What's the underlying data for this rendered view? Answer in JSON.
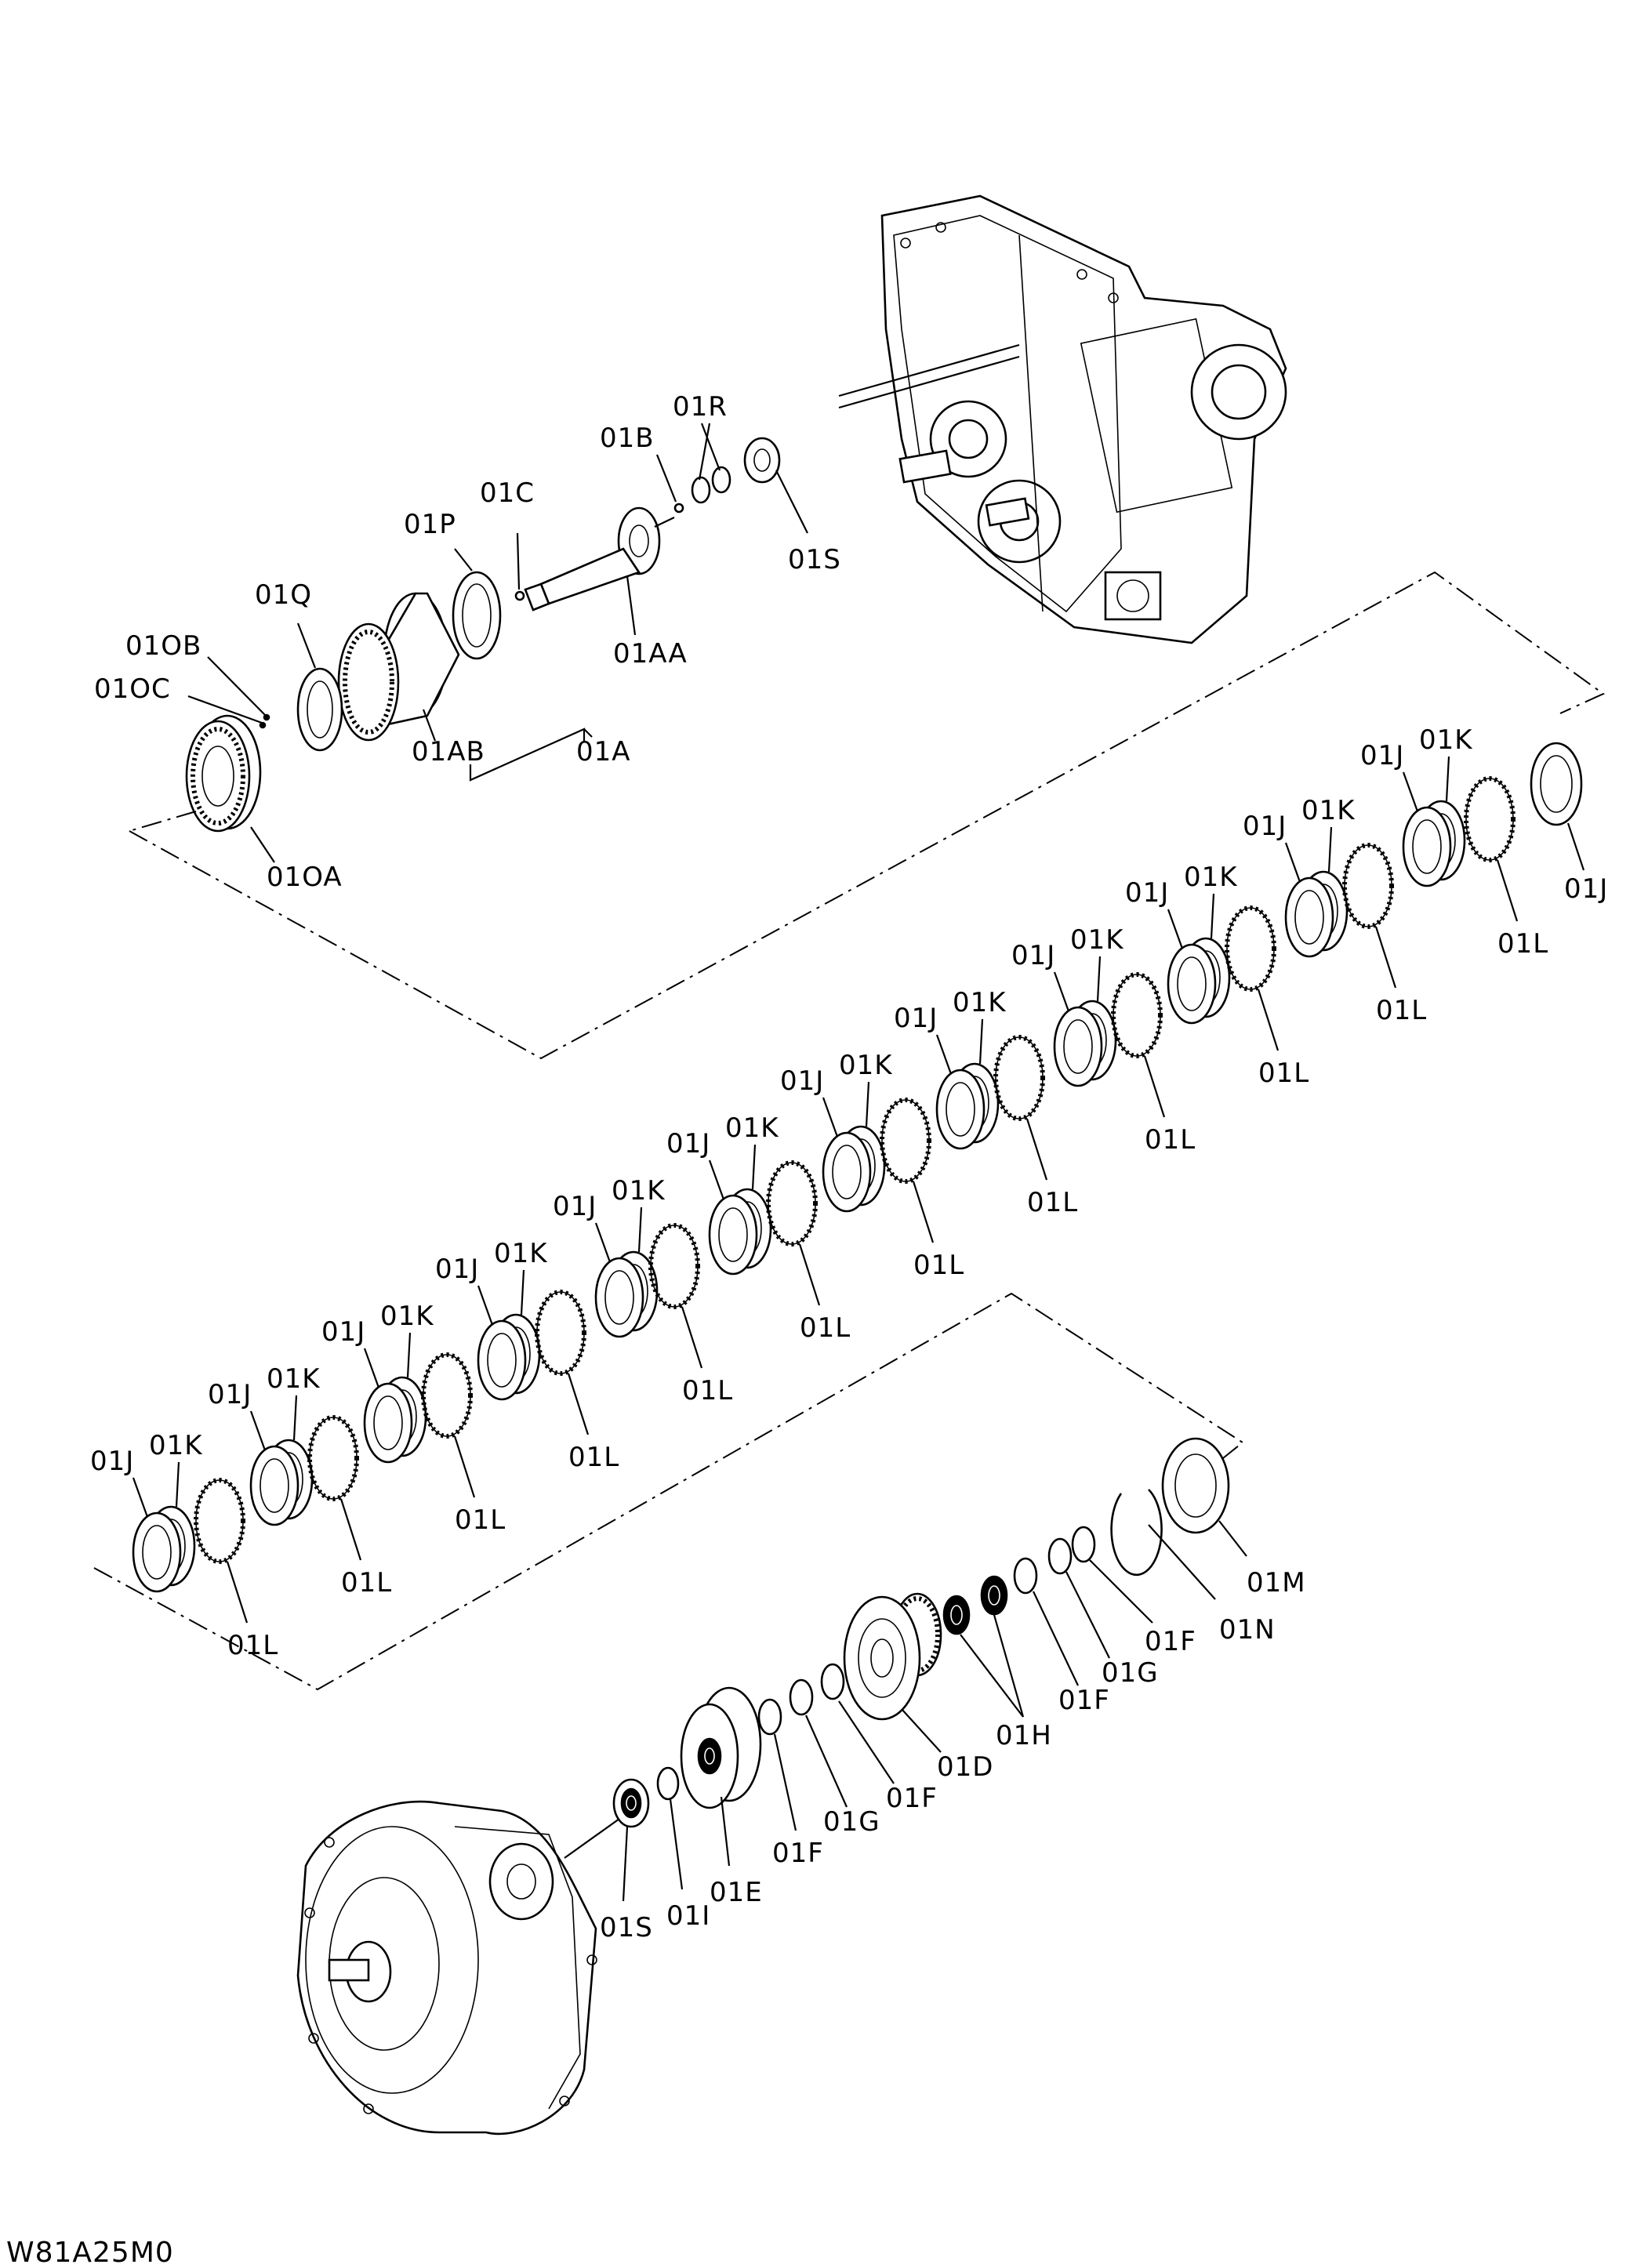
{
  "figure_code": "W81A25M0",
  "labels": {
    "s_top": "01S",
    "r": "01R",
    "b": "01B",
    "c": "01C",
    "p": "01P",
    "aa": "01AA",
    "q": "01Q",
    "ob": "01OB",
    "oc": "01OC",
    "ab": "01AB",
    "a": "01A",
    "oa": "01OA",
    "j": "01J",
    "k": "01K",
    "l": "01L",
    "m": "01M",
    "n": "01N",
    "f": "01F",
    "g": "01G",
    "h": "01H",
    "d": "01D",
    "e": "01E",
    "i": "01I",
    "s_bottom": "01S"
  }
}
